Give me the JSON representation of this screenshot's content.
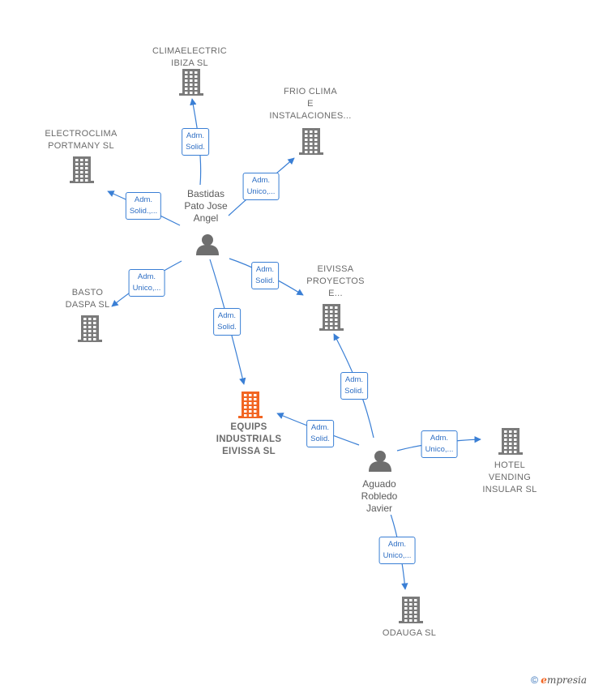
{
  "companies": [
    {
      "id": "climaelectric",
      "label": "CLIMAELECTRIC\nIBIZA SL",
      "main": false
    },
    {
      "id": "frio",
      "label": "FRIO CLIMA\nE\nINSTALACIONES...",
      "main": false
    },
    {
      "id": "electroclima",
      "label": "ELECTROCLIMA\nPORTMANY SL",
      "main": false
    },
    {
      "id": "basto",
      "label": "BASTO\nDASPA  SL",
      "main": false
    },
    {
      "id": "eivissa",
      "label": "EIVISSA\nPROYECTOS\nE...",
      "main": false
    },
    {
      "id": "equips",
      "label": "EQUIPS\nINDUSTRIALS\nEIVISSA  SL",
      "main": true
    },
    {
      "id": "hotel",
      "label": "HOTEL\nVENDING\nINSULAR  SL",
      "main": false
    },
    {
      "id": "odauga",
      "label": "ODAUGA  SL",
      "main": false
    }
  ],
  "persons": [
    {
      "id": "bastidas",
      "label": "Bastidas\nPato Jose\nAngel"
    },
    {
      "id": "aguado",
      "label": "Aguado\nRobledo\nJavier"
    }
  ],
  "relations": [
    {
      "from": "bastidas",
      "to": "climaelectric",
      "label": "Adm.\nSolid."
    },
    {
      "from": "bastidas",
      "to": "frio",
      "label": "Adm.\nUnico,..."
    },
    {
      "from": "bastidas",
      "to": "electroclima",
      "label": "Adm.\nSolid.,..."
    },
    {
      "from": "bastidas",
      "to": "basto",
      "label": "Adm.\nUnico,..."
    },
    {
      "from": "bastidas",
      "to": "eivissa",
      "label": "Adm.\nSolid."
    },
    {
      "from": "bastidas",
      "to": "equips",
      "label": "Adm.\nSolid."
    },
    {
      "from": "aguado",
      "to": "eivissa",
      "label": "Adm.\nSolid."
    },
    {
      "from": "aguado",
      "to": "equips",
      "label": "Adm.\nSolid."
    },
    {
      "from": "aguado",
      "to": "hotel",
      "label": "Adm.\nUnico,..."
    },
    {
      "from": "aguado",
      "to": "odauga",
      "label": "Adm.\nUnico,..."
    }
  ],
  "colors": {
    "edge": "#3a7fd5",
    "building": "#7a7a7a",
    "main_building": "#f26522",
    "person": "#6e6e6e"
  },
  "watermark": {
    "copyright": "©",
    "brand_initial": "e",
    "brand_rest": "mpresia"
  }
}
